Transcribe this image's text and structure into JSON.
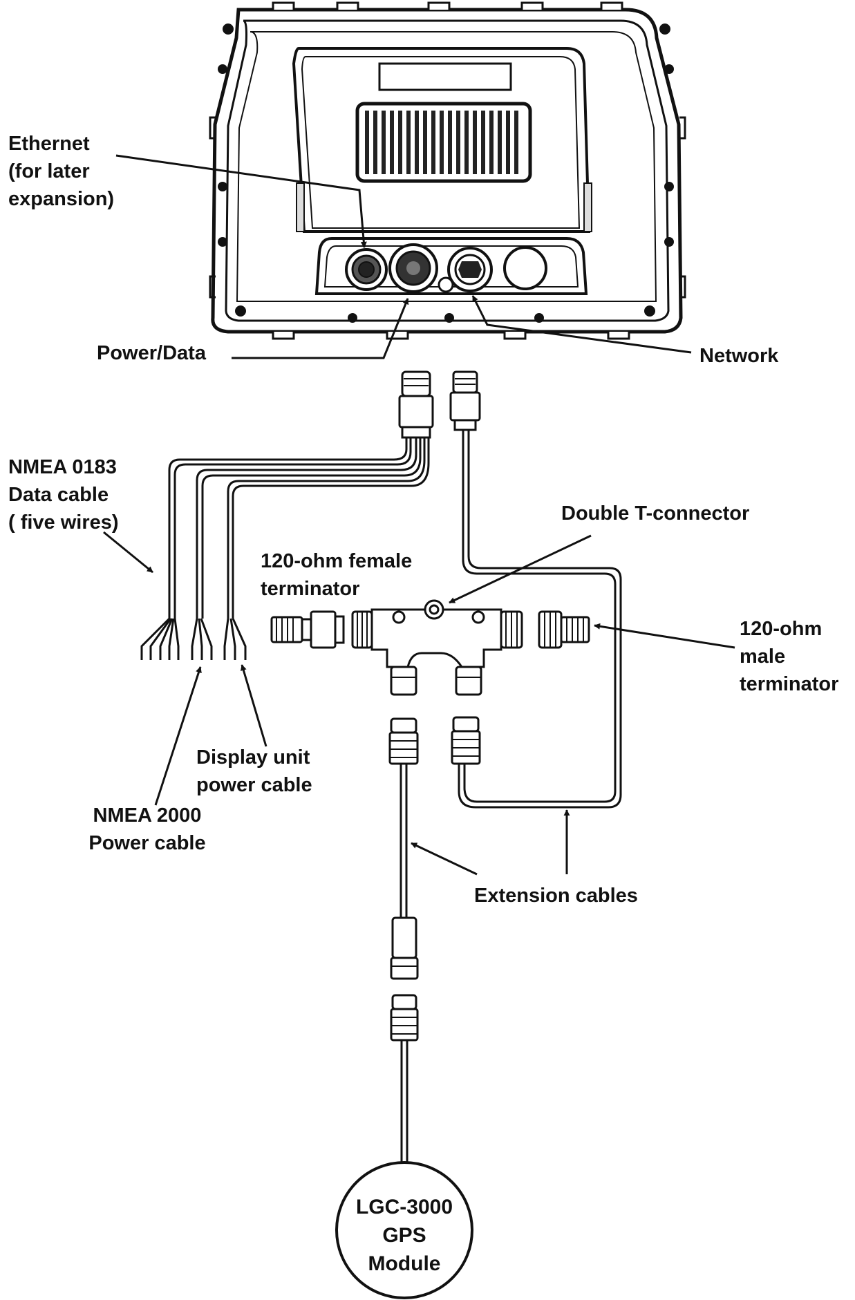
{
  "labels": {
    "ethernet": [
      "Ethernet",
      "(for later",
      "expansion)"
    ],
    "power_data": "Power/Data",
    "network": "Network",
    "nmea0183": [
      "NMEA 0183",
      "Data cable",
      "( five wires)"
    ],
    "double_t": "Double T-connector",
    "female_terminator": [
      "120-ohm female",
      "terminator"
    ],
    "male_terminator": [
      "120-ohm",
      "male",
      "terminator"
    ],
    "display_power": [
      "Display unit",
      "power cable"
    ],
    "nmea2000_power": [
      "NMEA 2000",
      "Power cable"
    ],
    "extension_cables": "Extension cables",
    "gps_module": [
      "LGC-3000",
      "GPS",
      "Module"
    ]
  }
}
